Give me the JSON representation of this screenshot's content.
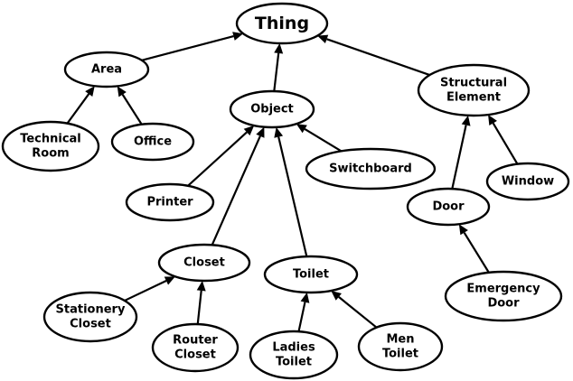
{
  "diagram": {
    "nodes": [
      {
        "id": "thing",
        "lines": [
          "Thing"
        ]
      },
      {
        "id": "area",
        "lines": [
          "Area"
        ]
      },
      {
        "id": "object",
        "lines": [
          "Object"
        ]
      },
      {
        "id": "structural",
        "lines": [
          "Structural",
          "Element"
        ]
      },
      {
        "id": "technical",
        "lines": [
          "Technical",
          "Room"
        ]
      },
      {
        "id": "office",
        "lines": [
          "Office"
        ]
      },
      {
        "id": "switchboard",
        "lines": [
          "Switchboard"
        ]
      },
      {
        "id": "printer",
        "lines": [
          "Printer"
        ]
      },
      {
        "id": "window",
        "lines": [
          "Window"
        ]
      },
      {
        "id": "door",
        "lines": [
          "Door"
        ]
      },
      {
        "id": "closet",
        "lines": [
          "Closet"
        ]
      },
      {
        "id": "toilet",
        "lines": [
          "Toilet"
        ]
      },
      {
        "id": "emergency",
        "lines": [
          "Emergency",
          "Door"
        ]
      },
      {
        "id": "stationery",
        "lines": [
          "Stationery",
          "Closet"
        ]
      },
      {
        "id": "router",
        "lines": [
          "Router",
          "Closet"
        ]
      },
      {
        "id": "ladies",
        "lines": [
          "Ladies",
          "Toilet"
        ]
      },
      {
        "id": "men",
        "lines": [
          "Men",
          "Toilet"
        ]
      }
    ],
    "edges": [
      {
        "from": "area",
        "to": "thing"
      },
      {
        "from": "object",
        "to": "thing"
      },
      {
        "from": "structural",
        "to": "thing"
      },
      {
        "from": "technical",
        "to": "area"
      },
      {
        "from": "office",
        "to": "area"
      },
      {
        "from": "printer",
        "to": "object"
      },
      {
        "from": "closet",
        "to": "object"
      },
      {
        "from": "toilet",
        "to": "object"
      },
      {
        "from": "switchboard",
        "to": "object"
      },
      {
        "from": "door",
        "to": "structural"
      },
      {
        "from": "window",
        "to": "structural"
      },
      {
        "from": "emergency",
        "to": "door"
      },
      {
        "from": "stationery",
        "to": "closet"
      },
      {
        "from": "router",
        "to": "closet"
      },
      {
        "from": "ladies",
        "to": "toilet"
      },
      {
        "from": "men",
        "to": "toilet"
      }
    ]
  }
}
